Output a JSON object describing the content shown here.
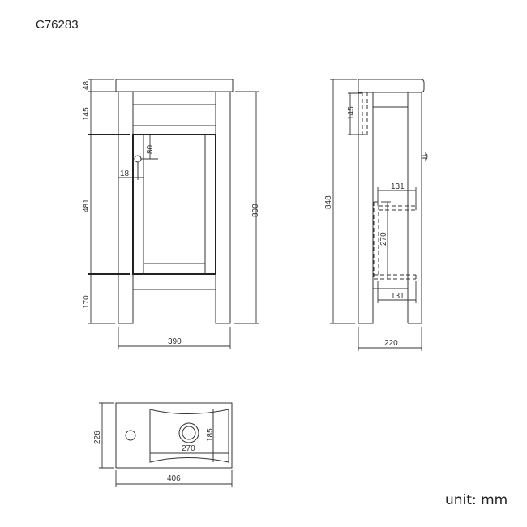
{
  "drawing": {
    "product_code": "C76283",
    "unit_label": "unit: mm"
  },
  "front_view": {
    "dimensions": {
      "top_thickness": "48",
      "top_rail": "145",
      "door_height": "481",
      "bottom_gap": "170",
      "overall_height": "800",
      "width": "390",
      "handle_from_top": "80",
      "handle_from_edge": "18"
    }
  },
  "side_view": {
    "dimensions": {
      "overall_height": "848",
      "top_rail": "145",
      "rail_depth_top": "131",
      "rail_depth_bottom": "131",
      "rail_height": "270",
      "depth": "220"
    }
  },
  "basin_top_view": {
    "dimensions": {
      "depth": "226",
      "width": "406",
      "bowl_width": "270",
      "bowl_depth": "185"
    }
  }
}
